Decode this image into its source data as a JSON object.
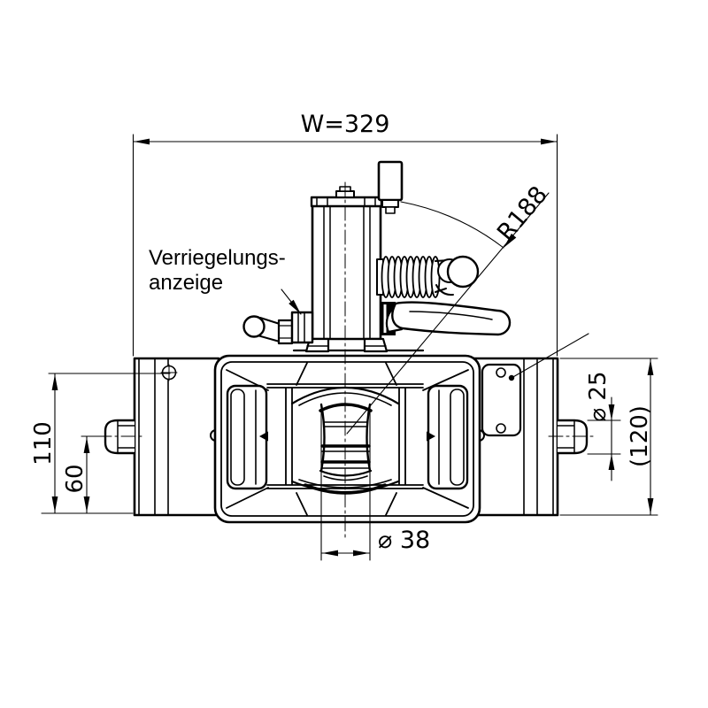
{
  "colors": {
    "background": "#ffffff",
    "line": "#000000"
  },
  "drawing": {
    "callout": {
      "line1": "Verriegelungs-",
      "line2": "anzeige"
    },
    "dimensions": {
      "overall_width": "W=329",
      "radius": "R188",
      "height_hole": "110",
      "height_pin": "60",
      "pin_diameter": "⌀ 25",
      "plate_height": "(120)",
      "throat_diameter": "⌀ 38"
    }
  }
}
